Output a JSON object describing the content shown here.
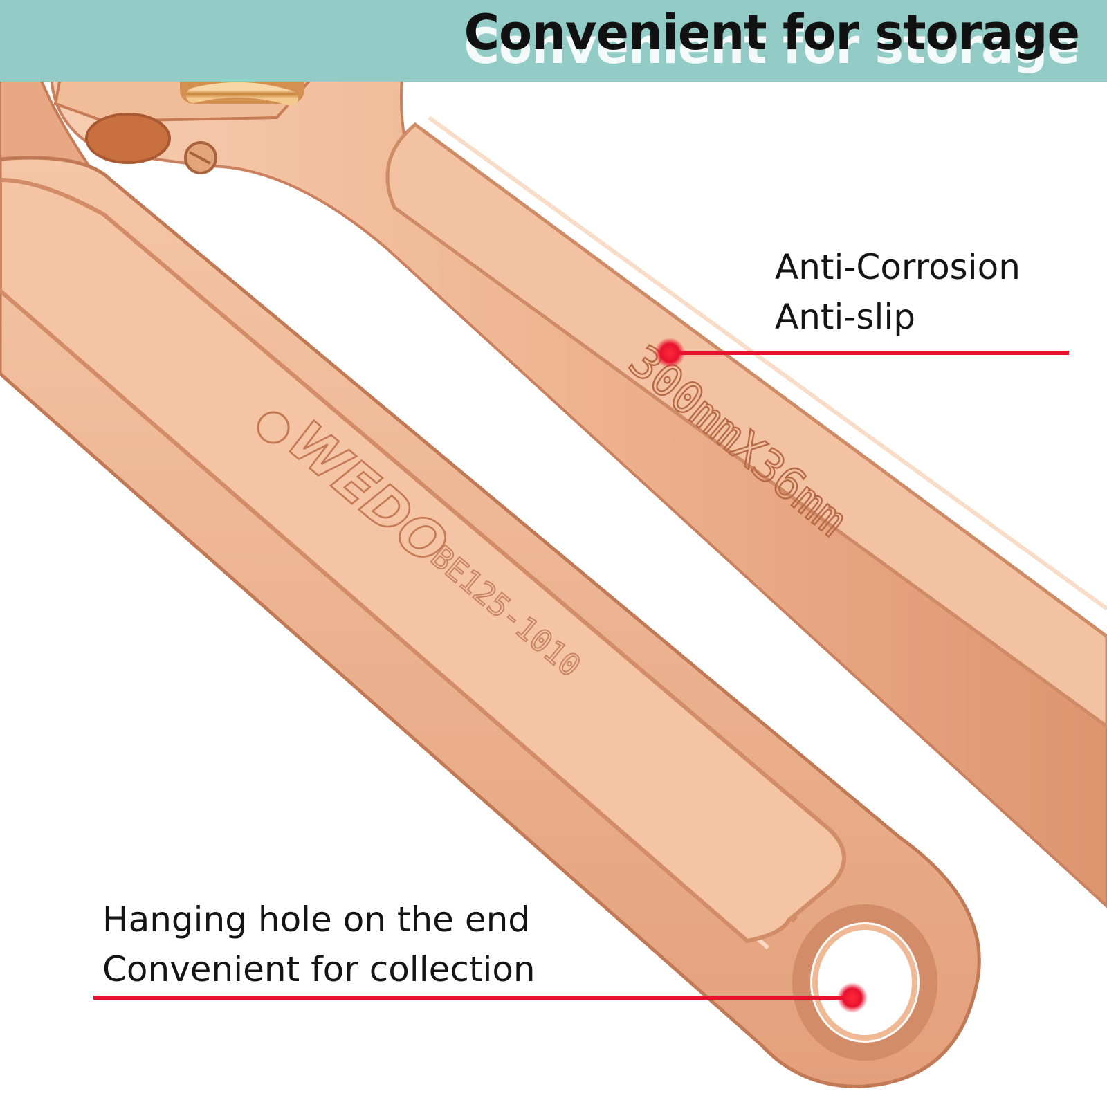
{
  "banner": {
    "title": "Convenient for storage",
    "background_color": "#93cbc6"
  },
  "callouts": {
    "top": {
      "lines": [
        "Anti-Corrosion",
        "Anti-slip"
      ]
    },
    "bottom": {
      "lines": [
        "Hanging hole on the end",
        "Convenient for collection"
      ]
    },
    "leader_color": "#e8112d"
  },
  "wrench": {
    "size_marking": "300mmX36mm",
    "brand": "WEDO",
    "model_code": "BE125-1010",
    "color": "#f0b996"
  }
}
